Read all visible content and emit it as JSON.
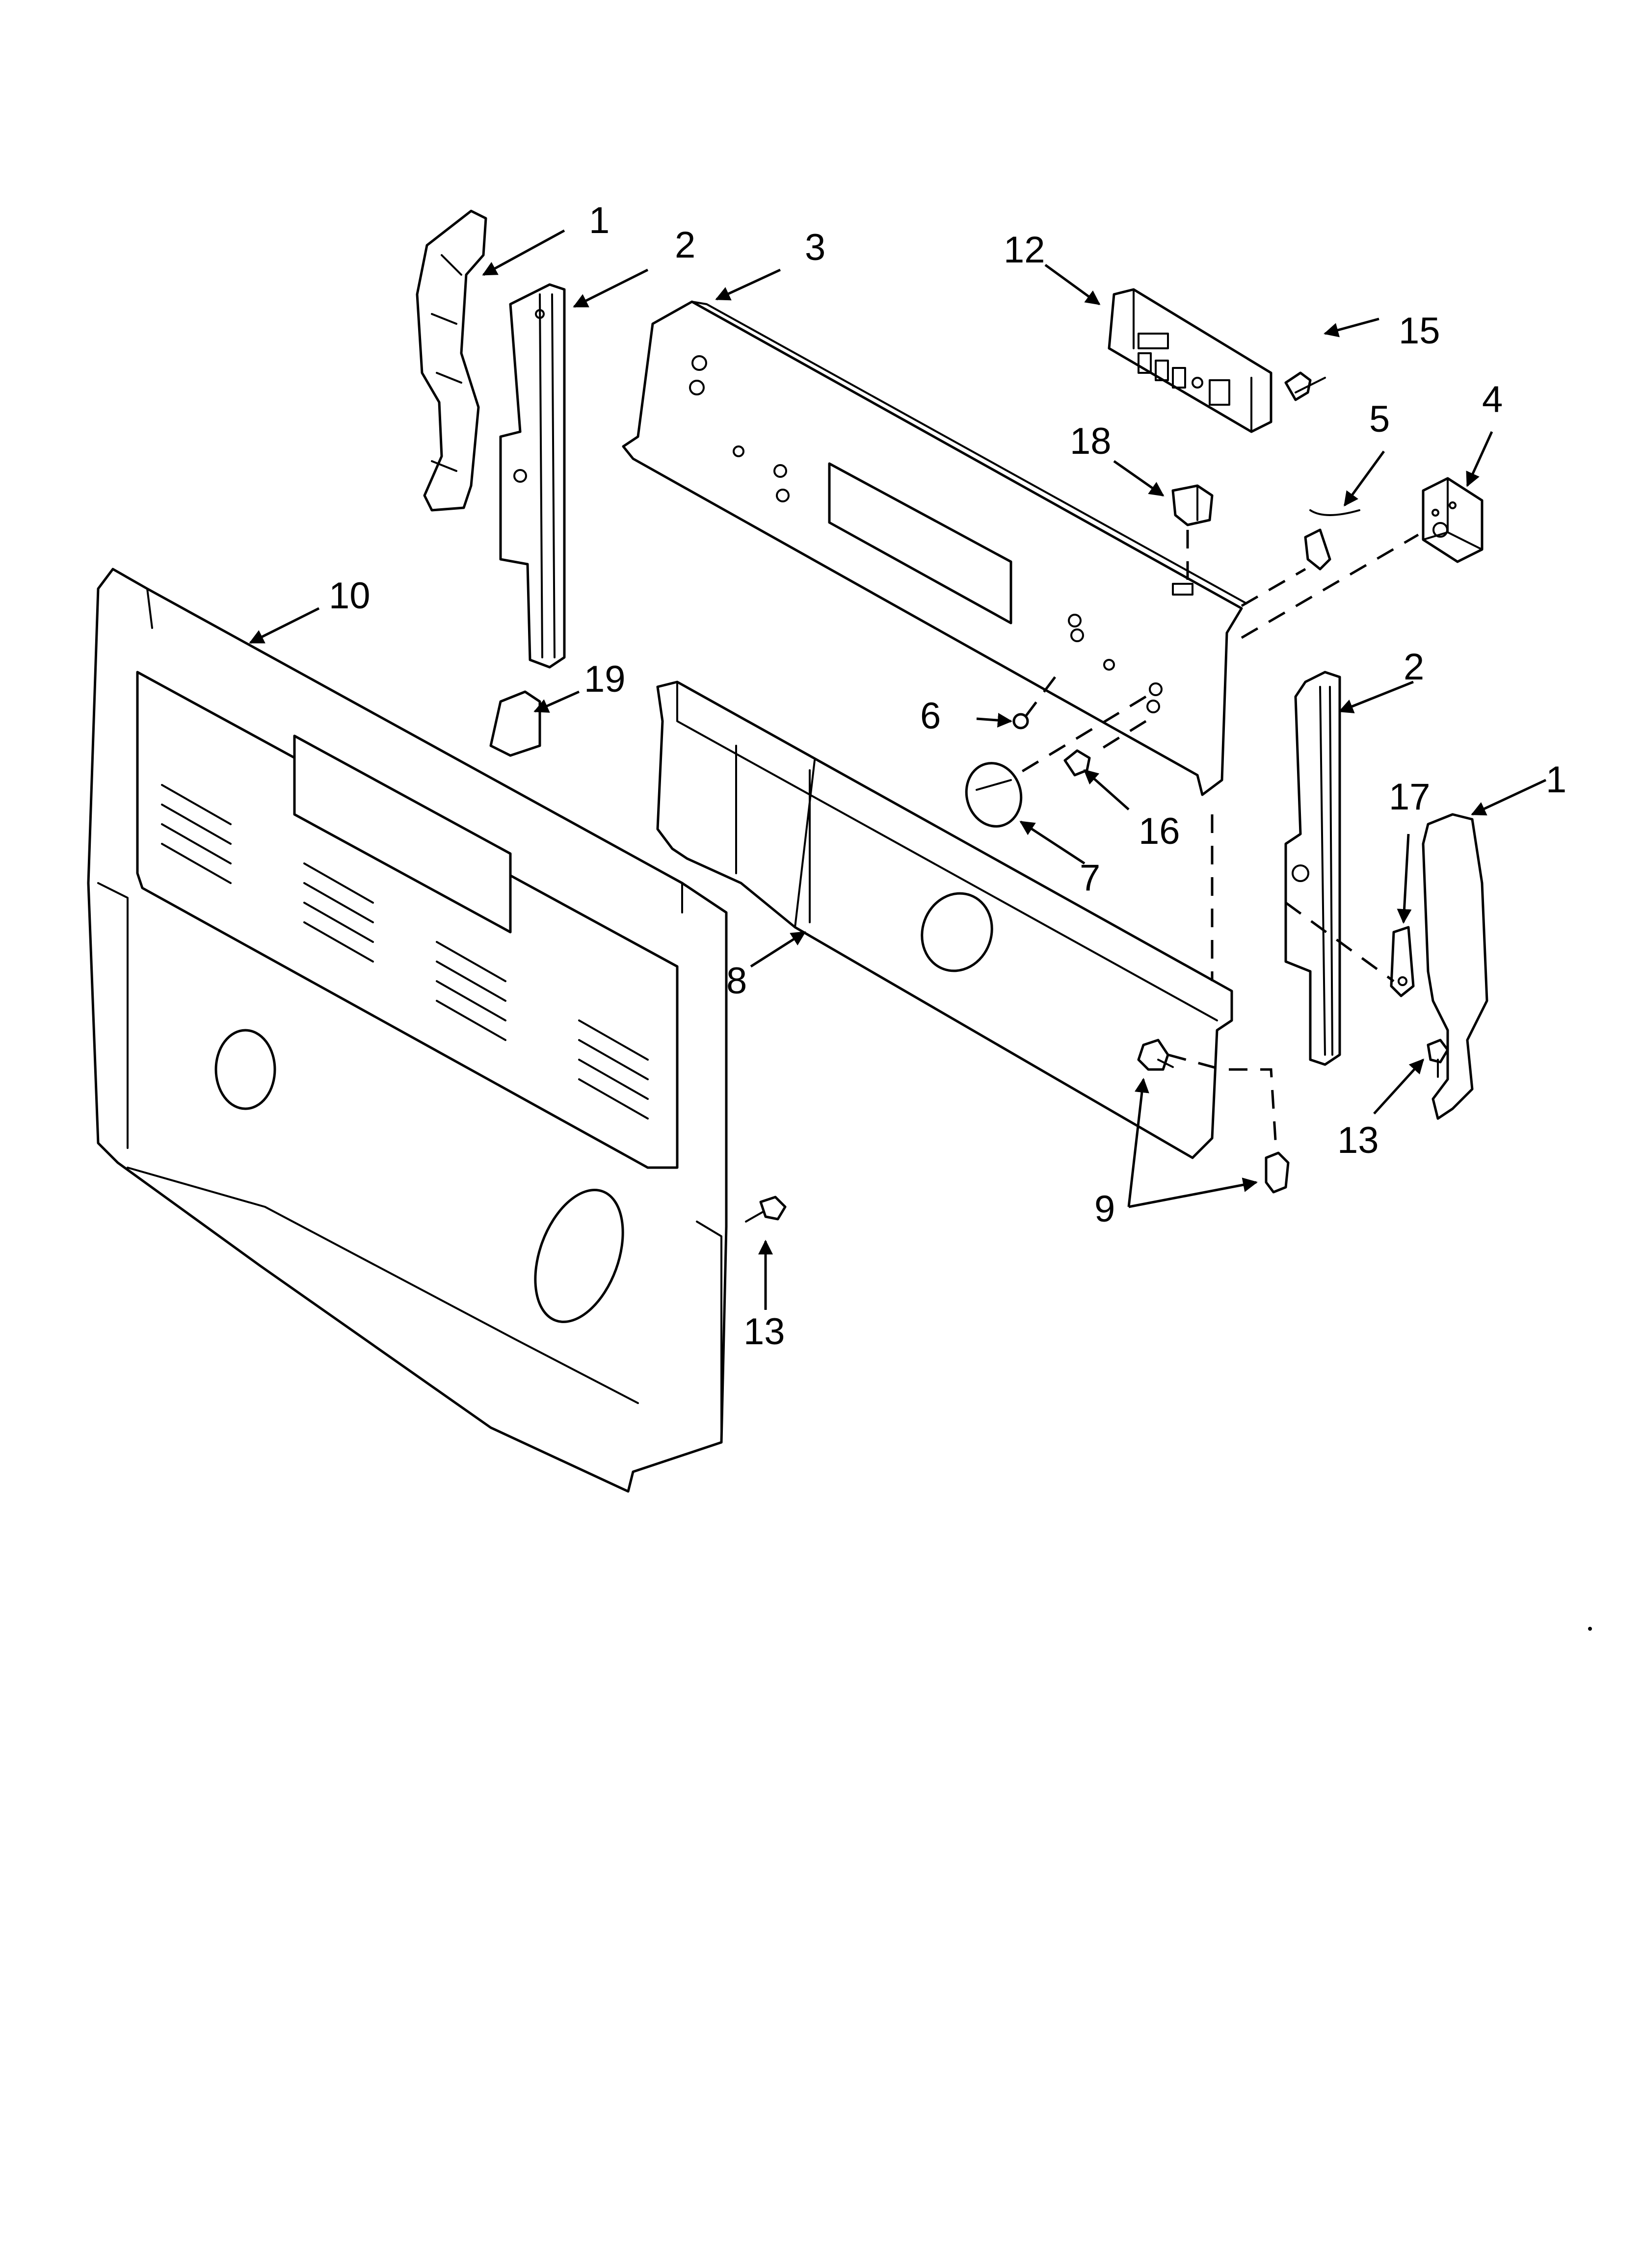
{
  "callouts": {
    "c1a": "1",
    "c2a": "2",
    "c3": "3",
    "c12": "12",
    "c15": "15",
    "c5": "5",
    "c4": "4",
    "c18": "18",
    "c10": "10",
    "c19": "19",
    "c2b": "2",
    "c6": "6",
    "c16": "16",
    "c17": "17",
    "c1b": "1",
    "c7": "7",
    "c8": "8",
    "c13a": "13",
    "c9": "9",
    "c13b": "13"
  }
}
